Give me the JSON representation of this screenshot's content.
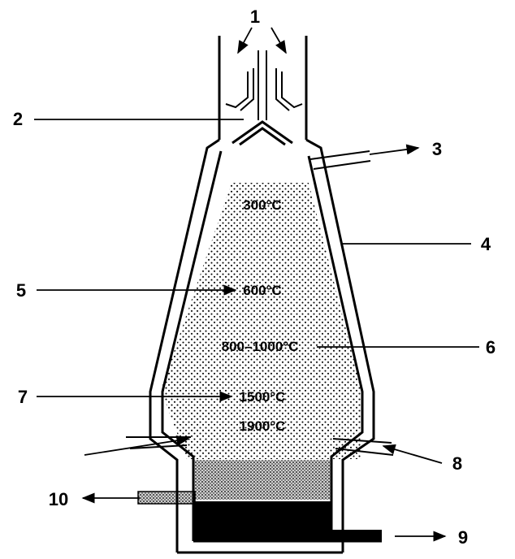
{
  "colors": {
    "ink": "#000000",
    "paper": "#ffffff",
    "slag_gray": "#b5b5b5",
    "molten_iron": "#000000"
  },
  "callouts": {
    "feed_label": "1",
    "hopper_label": "2",
    "gas_outlet_label": "3",
    "wall_label": "4",
    "zone_600_label": "5",
    "zone_800_label": "6",
    "zone_1500_label": "7",
    "air_inlet_label": "8",
    "iron_tap_label": "9",
    "slag_tap_label": "10"
  },
  "temperatures": {
    "t300": "300°C",
    "t600": "600°C",
    "t800": "800–1000°C",
    "t1500": "1500°C",
    "t1900": "1900°C"
  }
}
